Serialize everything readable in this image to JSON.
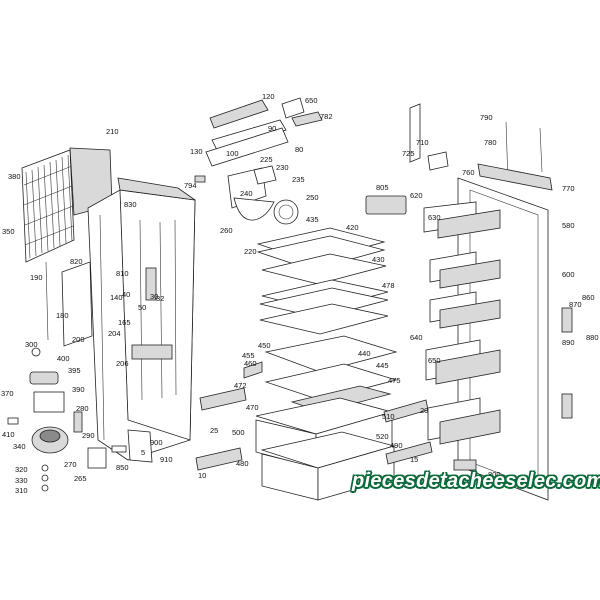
{
  "watermark": "piecesdetacheeselec.com",
  "labels": [
    "120",
    "650",
    "782",
    "210",
    "130",
    "100",
    "90",
    "80",
    "225",
    "230",
    "235",
    "794",
    "240",
    "250",
    "380",
    "830",
    "350",
    "190",
    "820",
    "810",
    "260",
    "220",
    "435",
    "420",
    "430",
    "478",
    "140",
    "40",
    "50",
    "30",
    "32",
    "165",
    "180",
    "200",
    "206",
    "204",
    "300",
    "400",
    "395",
    "390",
    "370",
    "410",
    "340",
    "280",
    "290",
    "270",
    "265",
    "320",
    "330",
    "310",
    "850",
    "5",
    "900",
    "910",
    "25",
    "500",
    "460",
    "455",
    "472",
    "470",
    "450",
    "440",
    "445",
    "475",
    "480",
    "10",
    "510",
    "520",
    "490",
    "15",
    "20",
    "710",
    "725",
    "790",
    "780",
    "760",
    "770",
    "805",
    "620",
    "630",
    "580",
    "600",
    "640",
    "650",
    "870",
    "860",
    "890",
    "880",
    "800"
  ]
}
